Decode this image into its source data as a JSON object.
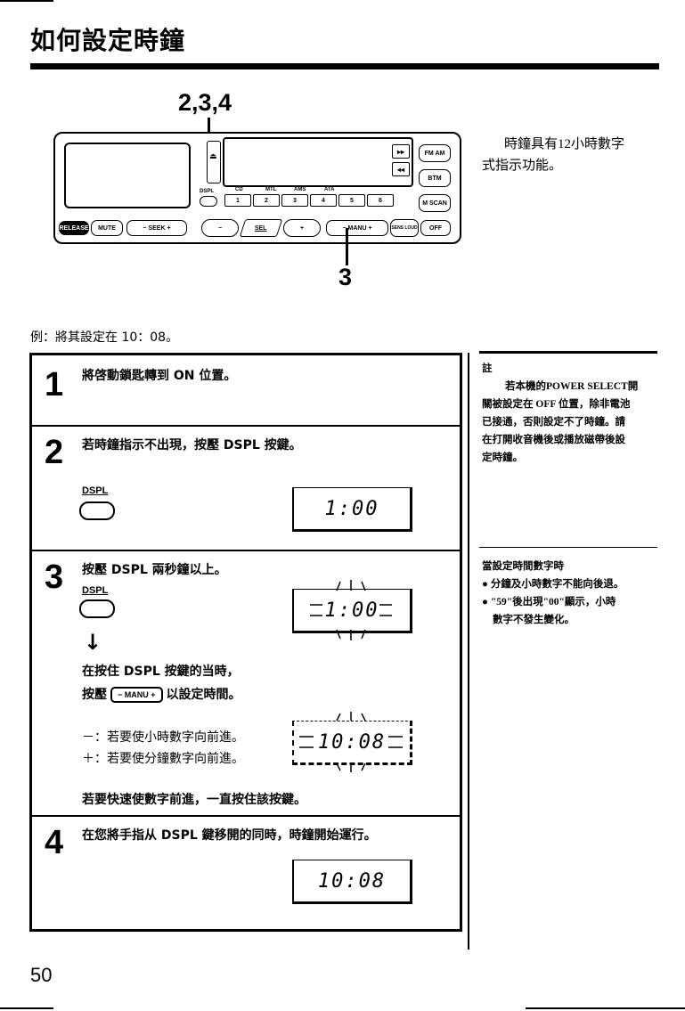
{
  "page": {
    "title": "如何設定時鐘",
    "page_number": "50"
  },
  "diagram": {
    "callout_top": "2,3,4",
    "callout_bottom": "3",
    "buttons": {
      "release": "RELEASE",
      "mute": "MUTE",
      "seek": "−  SEEK  +",
      "sel": "SEL",
      "minus": "−",
      "plus": "+",
      "manu": "−  MANU  +",
      "sens_loud": "SENS LOUD",
      "off": "OFF",
      "fm_am": "FM AM",
      "btm": "BTM",
      "m_scan": "M SCAN",
      "presets": [
        "1",
        "2",
        "3",
        "4",
        "5",
        "6"
      ],
      "preset_labels": [
        "CD",
        "MTL",
        "AMS",
        "ATA"
      ],
      "dspl_small": "DSPL"
    }
  },
  "side": {
    "intro_line1": "時鐘具有12小時數字",
    "intro_line2": "式指示功能。",
    "note_title": "註",
    "note_body": [
      "若本機的POWER SELECT開",
      "關被設定在 OFF 位置，除非電池",
      "已接通，否則設定不了時鐘。請",
      "在打開收音機後或播放磁帶後設",
      "定時鐘。"
    ],
    "setting_title": "當設定時間數字時",
    "bullets": [
      "● 分鐘及小時數字不能向後退。",
      "● \"59\"後出現\"00\"顯示，小時",
      "數字不發生變化。"
    ]
  },
  "example": "例：將其設定在 10：08。",
  "steps": {
    "s1": {
      "num": "1",
      "text": "將啓動鎖匙轉到 ON 位置。"
    },
    "s2": {
      "num": "2",
      "text": "若時鐘指示不出現，按壓 DSPL 按鍵。",
      "dspl": "DSPL",
      "display": "1:00"
    },
    "s3": {
      "num": "3",
      "text": "按壓 DSPL 兩秒鐘以上。",
      "dspl": "DSPL",
      "display_blink": "1:00",
      "arrow": "↓",
      "hold_text": "在按住 DSPL 按鍵的当時，",
      "press_prefix": "按壓",
      "manu": "−  MANU  +",
      "press_suffix": "以設定時間。",
      "minus_line": "－：若要使小時數字向前進。",
      "plus_line": "＋：若要使分鐘數字向前進。",
      "display2": "10:08",
      "fast_text": "若要快速使數字前進，一直按住該按鍵。"
    },
    "s4": {
      "num": "4",
      "text": "在您將手指从 DSPL 鍵移開的同時，時鐘開始運行。",
      "display": "10:08"
    }
  }
}
